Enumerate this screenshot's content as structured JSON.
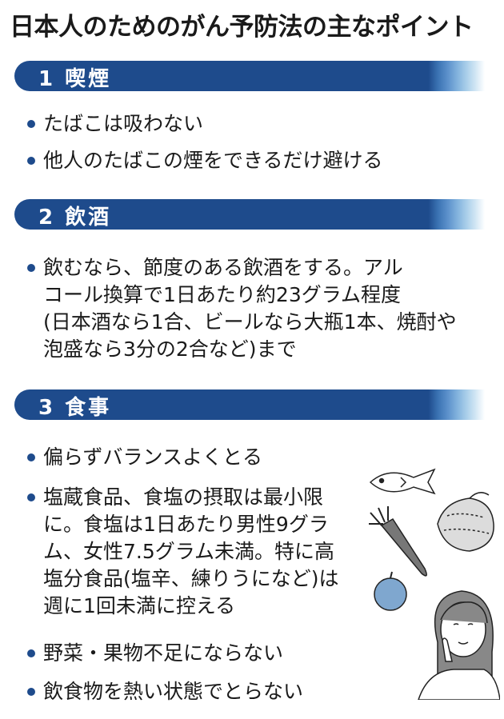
{
  "title": "日本人のためのがん予防法の主なポイント",
  "sections": [
    {
      "header": "1 喫煙",
      "items": [
        "たばこは吸わない",
        "他人のたばこの煙をできるだけ避ける"
      ]
    },
    {
      "header": "2 飲酒",
      "items": [
        "飲むなら、節度のある飲酒をする。アル\nコール換算で1日あたり約23グラム程度\n(日本酒なら1合、ビールなら大瓶1本、焼酎や\n泡盛なら3分の2合など)まで"
      ]
    },
    {
      "header": "3 食事",
      "items": [
        "偏らずバランスよくとる",
        "塩蔵食品、食塩の摂取は最小限\nに。食塩は1日あたり男性9グラ\nム、女性7.5グラム未満。特に高\n塩分食品(塩辛、練りうになど)は\n週に1回未満に控える",
        "野菜・果物不足にならない",
        "飲食物を熱い状態でとらない"
      ]
    }
  ],
  "colors": {
    "band": "#1e4b8c",
    "bullet": "#1e4b8c",
    "text": "#1a1a1a"
  },
  "illustration_icons": [
    "fish-icon",
    "chicken-icon",
    "carrot-icon",
    "apple-icon",
    "woman-thinking-icon"
  ]
}
